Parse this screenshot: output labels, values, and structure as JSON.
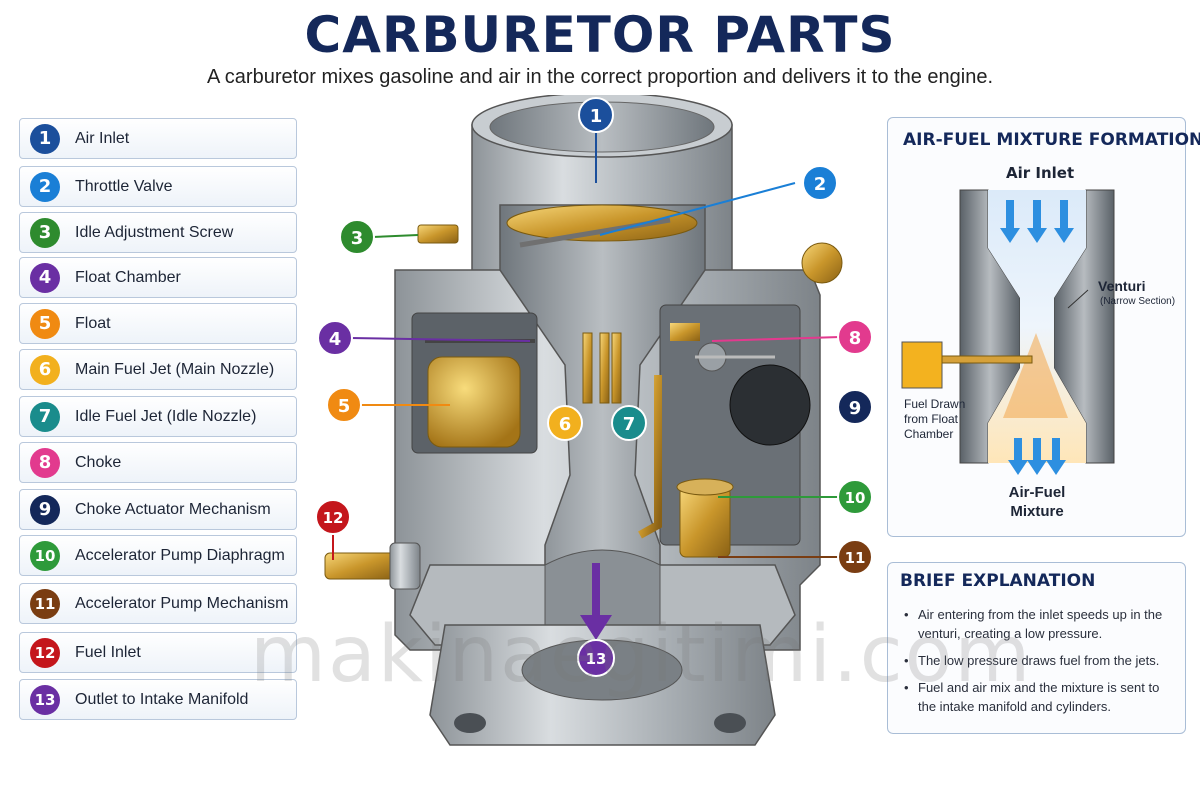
{
  "header": {
    "title": "CARBURETOR PARTS",
    "subtitle": "A carburetor mixes gasoline and air in the correct proportion and delivers it to the engine."
  },
  "colors": {
    "title": "#14285a",
    "c1": "#1b4f9c",
    "c2": "#1a7fd6",
    "c3": "#2e8b2e",
    "c4": "#6a2fa3",
    "c5": "#f08a12",
    "c6": "#f2b01e",
    "c7": "#1a8c8c",
    "c8": "#e23a8e",
    "c9": "#14285a",
    "c10": "#2e9a3a",
    "c11": "#7a3d12",
    "c12": "#c4161c",
    "c13": "#6a2fa3"
  },
  "legend": [
    {
      "num": "1",
      "label": "Air Inlet",
      "color": "#1b4f9c"
    },
    {
      "num": "2",
      "label": "Throttle Valve",
      "color": "#1a7fd6"
    },
    {
      "num": "3",
      "label": "Idle Adjustment Screw",
      "color": "#2e8b2e"
    },
    {
      "num": "4",
      "label": "Float Chamber",
      "color": "#6a2fa3"
    },
    {
      "num": "5",
      "label": "Float",
      "color": "#f08a12"
    },
    {
      "num": "6",
      "label": "Main Fuel Jet (Main Nozzle)",
      "color": "#f2b01e"
    },
    {
      "num": "7",
      "label": "Idle Fuel Jet (Idle Nozzle)",
      "color": "#1a8c8c"
    },
    {
      "num": "8",
      "label": "Choke",
      "color": "#e23a8e"
    },
    {
      "num": "9",
      "label": "Choke Actuator Mechanism",
      "color": "#14285a"
    },
    {
      "num": "10",
      "label": "Accelerator Pump Diaphragm",
      "color": "#2e9a3a"
    },
    {
      "num": "11",
      "label": "Accelerator Pump Mechanism",
      "color": "#7a3d12"
    },
    {
      "num": "12",
      "label": "Fuel Inlet",
      "color": "#c4161c"
    },
    {
      "num": "13",
      "label": "Outlet to Intake Manifold",
      "color": "#6a2fa3"
    }
  ],
  "mixture_panel": {
    "title": "AIR-FUEL MIXTURE FORMATION",
    "air_inlet": "Air Inlet",
    "venturi": "Venturi",
    "venturi_note": "(Narrow Section)",
    "fuel_line1": "Fuel Drawn",
    "fuel_line2": "from Float",
    "fuel_line3": "Chamber",
    "mix_line1": "Air-Fuel",
    "mix_line2": "Mixture"
  },
  "explanation_panel": {
    "title": "BRIEF EXPLANATION",
    "bullets": [
      "Air entering from the inlet speeds up in the venturi, creating a low pressure.",
      "The low pressure draws fuel from the jets.",
      "Fuel and air mix and the mixture is sent to the intake manifold and cylinders."
    ]
  },
  "watermark": "makinaegitimi.com"
}
